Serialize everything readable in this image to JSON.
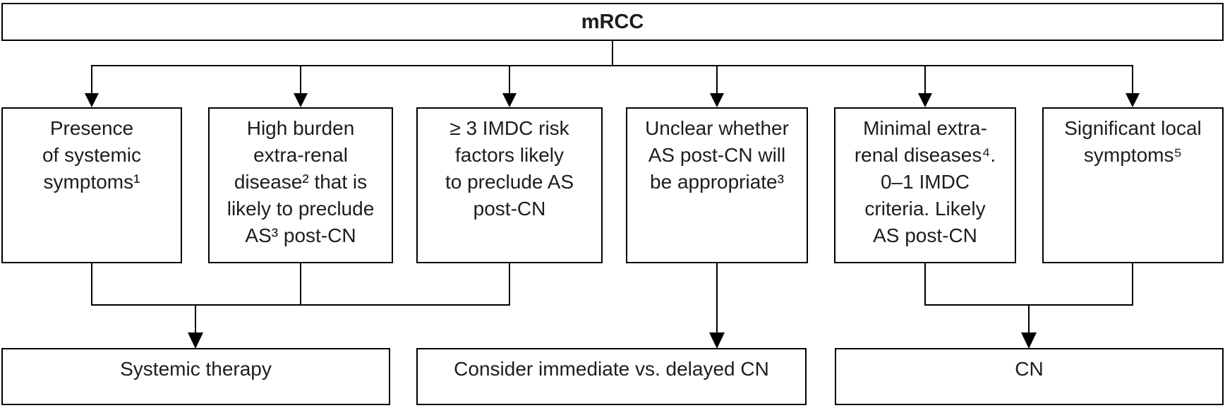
{
  "colors": {
    "line": "#000000",
    "text": "#1d1d1b",
    "background": "#ffffff"
  },
  "flowchart": {
    "root": {
      "label": "mRCC"
    },
    "criteria": [
      {
        "text": "Presence\nof systemic\nsymptoms¹"
      },
      {
        "text": "High burden\nextra-renal\ndisease² that is\nlikely to preclude\nAS³ post-CN"
      },
      {
        "text": "≥ 3 IMDC risk\nfactors likely\nto preclude AS\npost-CN"
      },
      {
        "text": "Unclear whether\nAS post-CN will\nbe appropriate³"
      },
      {
        "text": "Minimal extra-\nrenal diseases⁴.\n0–1 IMDC\ncriteria. Likely\nAS post-CN"
      },
      {
        "text": "Significant local\nsymptoms⁵"
      }
    ],
    "outcomes": [
      {
        "text": "Systemic therapy"
      },
      {
        "text": "Consider immediate vs. delayed CN"
      },
      {
        "text": "CN"
      }
    ]
  }
}
